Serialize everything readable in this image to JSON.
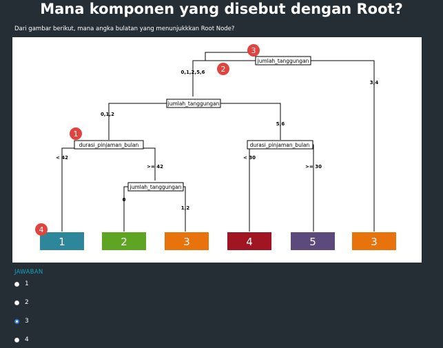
{
  "page": {
    "title": "Mana komponen yang disebut dengan Root?",
    "question": "Dari gambar berikut, mana angka bulatan yang menunjukkkan Root Node?"
  },
  "tree": {
    "split_nodes": {
      "root": "jumlah_tanggungan",
      "left_child": "jumlah_tanggungan",
      "left_left": "durasi_pinjaman_bulan",
      "left_right": "durasi_pinjaman_bulan",
      "deep": "jumlah_tanggungan"
    },
    "edge_labels": {
      "root_left": "0,1,2,5,6",
      "root_right": "3,4",
      "lc_left": "0,1,2",
      "lc_right": "5,6",
      "ll_left": "< 42",
      "ll_right": ">= 42",
      "lr_left": "< 30",
      "lr_right": ">= 30",
      "deep_left": "0",
      "deep_right": "1,2"
    },
    "leaves": [
      {
        "label": "1",
        "color": "#2e869b"
      },
      {
        "label": "2",
        "color": "#5ea524"
      },
      {
        "label": "3",
        "color": "#e8720c"
      },
      {
        "label": "4",
        "color": "#a11421"
      },
      {
        "label": "5",
        "color": "#5d4a7d"
      },
      {
        "label": "3",
        "color": "#e8720c"
      }
    ],
    "markers": {
      "m1": "1",
      "m2": "2",
      "m3": "3",
      "m4": "4",
      "color": "#e0443e"
    }
  },
  "answer": {
    "heading": "JAWABAN",
    "options": [
      "1",
      "2",
      "3",
      "4"
    ],
    "selected": "3"
  }
}
